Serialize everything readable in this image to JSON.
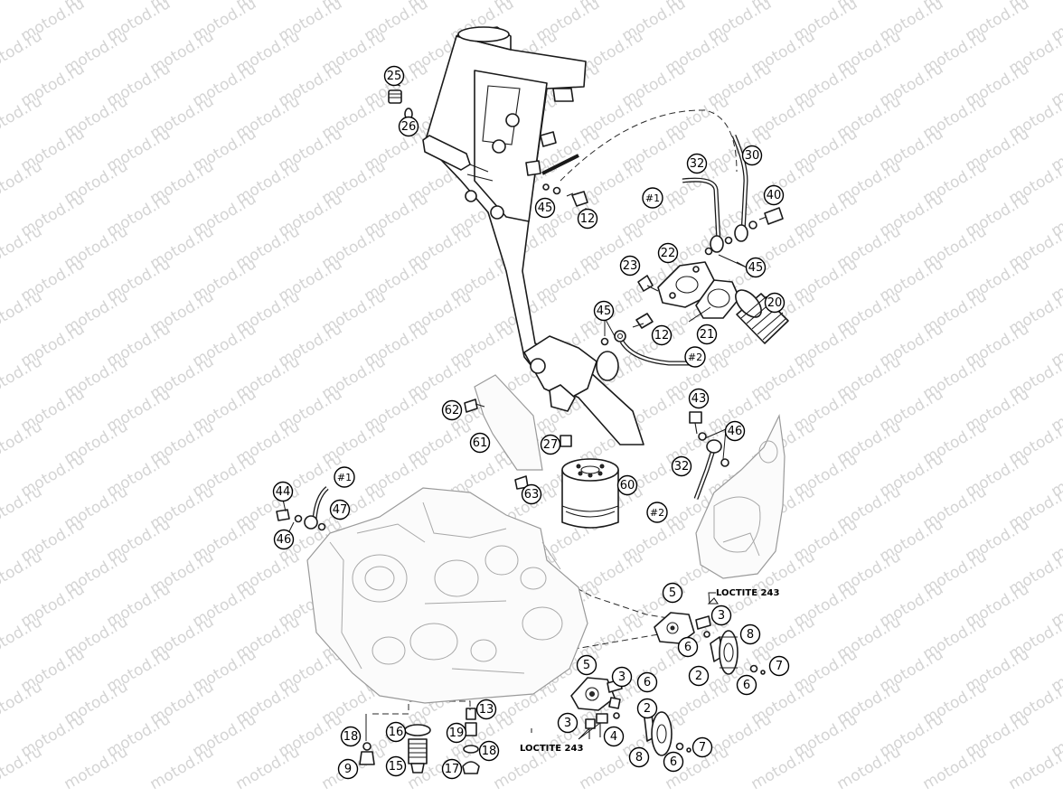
{
  "watermark": "motod.ru",
  "callouts": [
    {
      "id": "c25",
      "label": "25"
    },
    {
      "id": "c26",
      "label": "26"
    },
    {
      "id": "c45a",
      "label": "45"
    },
    {
      "id": "c12a",
      "label": "12"
    },
    {
      "id": "c32a",
      "label": "32"
    },
    {
      "id": "c30",
      "label": "30"
    },
    {
      "id": "c40",
      "label": "40"
    },
    {
      "id": "c45b",
      "label": "45"
    },
    {
      "id": "c22",
      "label": "22"
    },
    {
      "id": "c23",
      "label": "23"
    },
    {
      "id": "c20",
      "label": "20"
    },
    {
      "id": "c21",
      "label": "21"
    },
    {
      "id": "c45c",
      "label": "45"
    },
    {
      "id": "c12b",
      "label": "12"
    },
    {
      "id": "c62",
      "label": "62"
    },
    {
      "id": "c61",
      "label": "61"
    },
    {
      "id": "c27",
      "label": "27"
    },
    {
      "id": "c63",
      "label": "63"
    },
    {
      "id": "c60",
      "label": "60"
    },
    {
      "id": "c43",
      "label": "43"
    },
    {
      "id": "c46a",
      "label": "46"
    },
    {
      "id": "c32b",
      "label": "32"
    },
    {
      "id": "c44",
      "label": "44"
    },
    {
      "id": "c47",
      "label": "47"
    },
    {
      "id": "c46b",
      "label": "46"
    },
    {
      "id": "c5a",
      "label": "5"
    },
    {
      "id": "c3a",
      "label": "3"
    },
    {
      "id": "c8a",
      "label": "8"
    },
    {
      "id": "c6a",
      "label": "6"
    },
    {
      "id": "c2a",
      "label": "2"
    },
    {
      "id": "c7a",
      "label": "7"
    },
    {
      "id": "c6b",
      "label": "6"
    },
    {
      "id": "c5b",
      "label": "5"
    },
    {
      "id": "c3b",
      "label": "3"
    },
    {
      "id": "c6c",
      "label": "6"
    },
    {
      "id": "c2b",
      "label": "2"
    },
    {
      "id": "c3c",
      "label": "3"
    },
    {
      "id": "c4",
      "label": "4"
    },
    {
      "id": "c8b",
      "label": "8"
    },
    {
      "id": "c7b",
      "label": "7"
    },
    {
      "id": "c6d",
      "label": "6"
    },
    {
      "id": "c13",
      "label": "13"
    },
    {
      "id": "c18a",
      "label": "18"
    },
    {
      "id": "c16",
      "label": "16"
    },
    {
      "id": "c19",
      "label": "19"
    },
    {
      "id": "c18b",
      "label": "18"
    },
    {
      "id": "c9",
      "label": "9"
    },
    {
      "id": "c15",
      "label": "15"
    },
    {
      "id": "c17",
      "label": "17"
    }
  ],
  "references": [
    {
      "id": "r1a",
      "label": "#1"
    },
    {
      "id": "r2a",
      "label": "#2"
    },
    {
      "id": "r1b",
      "label": "#1"
    },
    {
      "id": "r2b",
      "label": "#2"
    }
  ],
  "notes": {
    "loctite_top": "LOCTITE 243",
    "loctite_bottom": "LOCTITE 243"
  }
}
